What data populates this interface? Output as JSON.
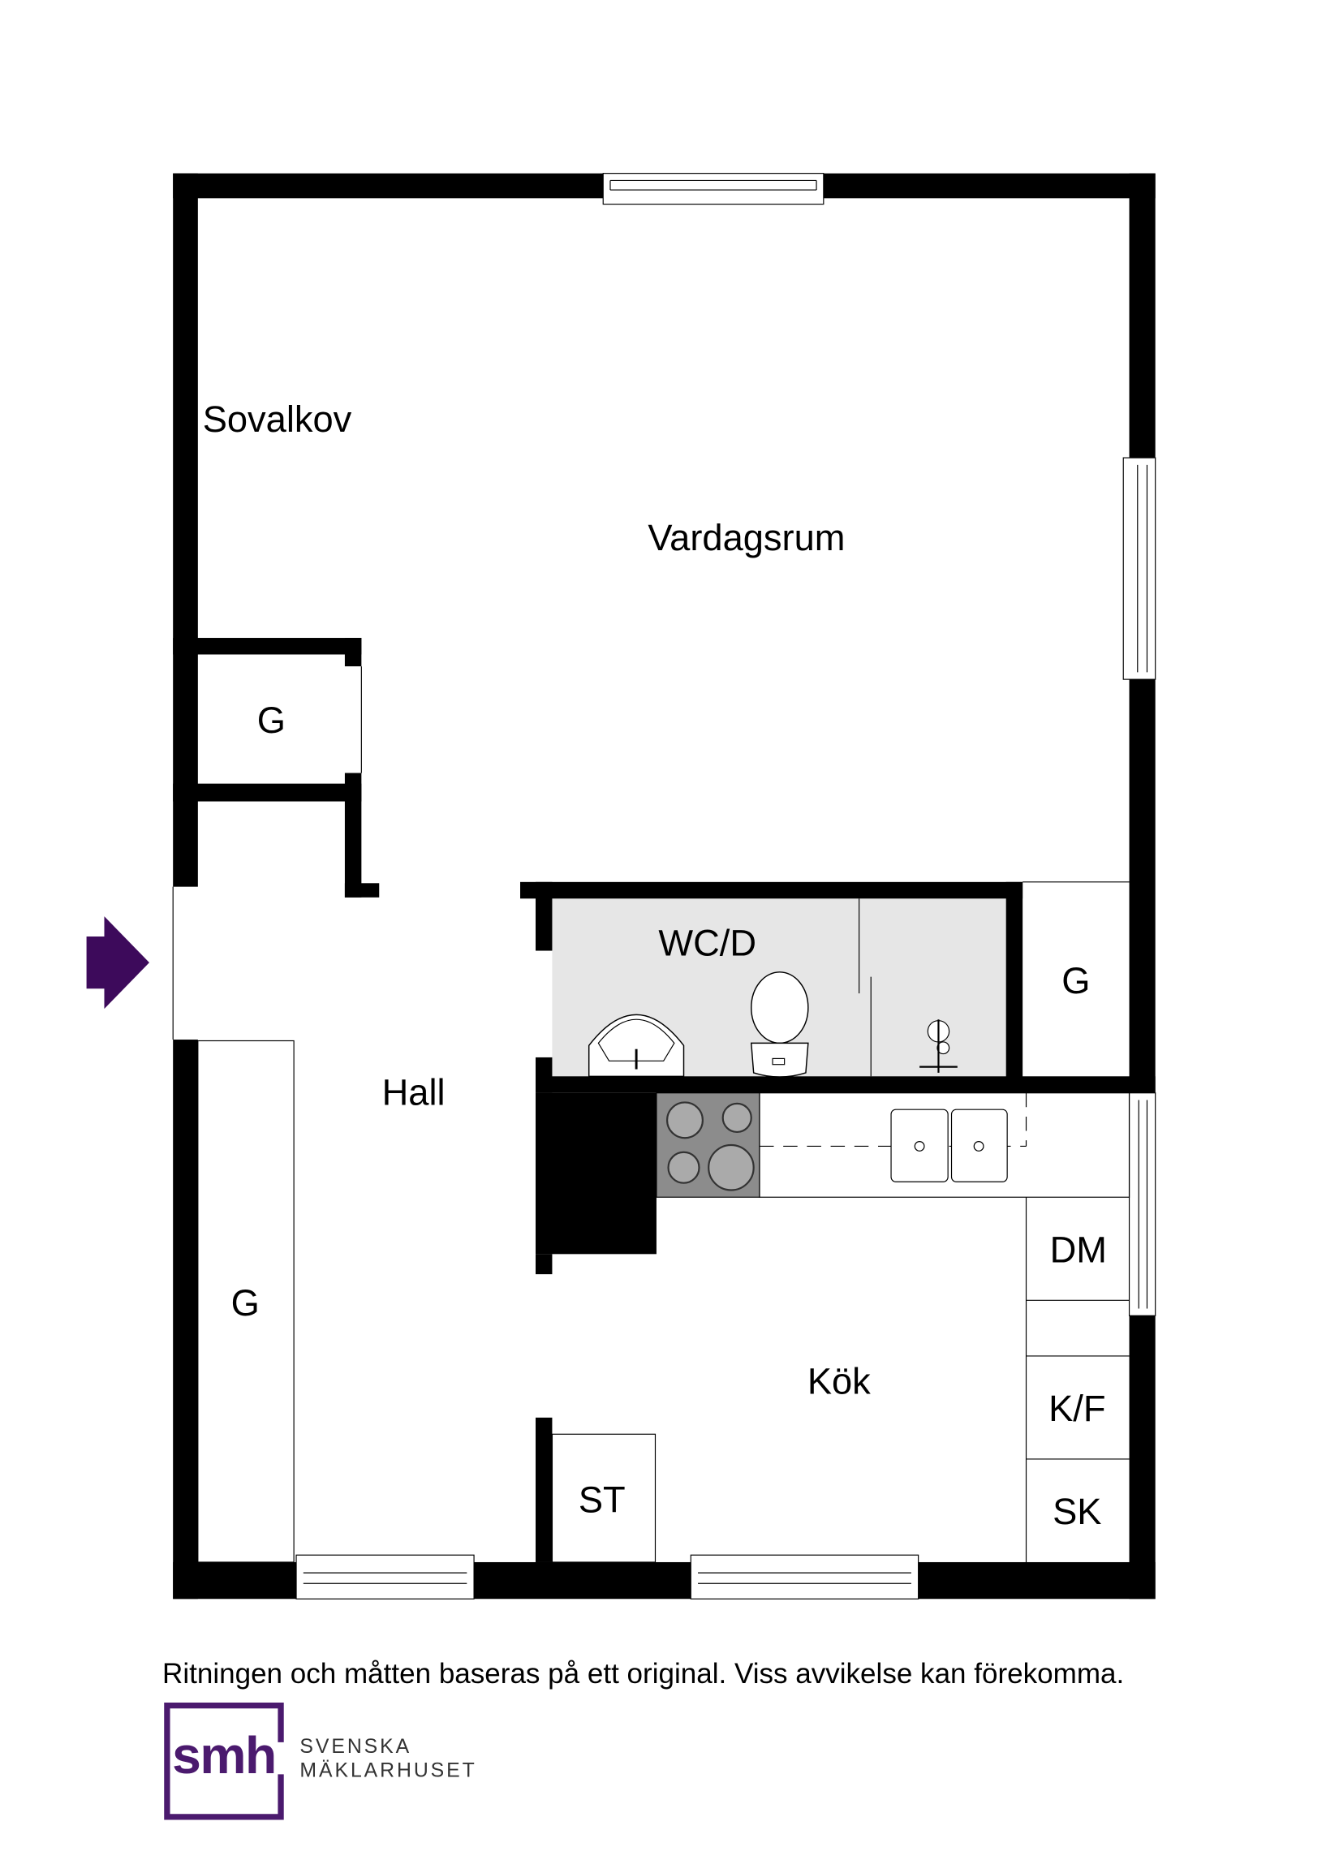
{
  "rooms": {
    "sovalkov": "Sovalkov",
    "vardagsrum": "Vardagsrum",
    "closet_upper": "G",
    "wc": "WC/D",
    "closet_right": "G",
    "hall": "Hall",
    "closet_hall": "G",
    "dishwasher": "DM",
    "kitchen": "Kök",
    "fridge_freezer": "K/F",
    "cabinet": "SK",
    "storage": "ST"
  },
  "disclaimer": "Ritningen och måtten baseras på ett original. Viss avvikelse kan förekomma.",
  "logo": {
    "mark": "smh",
    "line1": "SVENSKA",
    "line2": "MÄKLARHUSET"
  },
  "colors": {
    "brand": "#4b1a6e",
    "entrance_arrow": "#3d0a5b",
    "wet_room": "#e6e6e6",
    "stove": "#8c8c8c"
  }
}
